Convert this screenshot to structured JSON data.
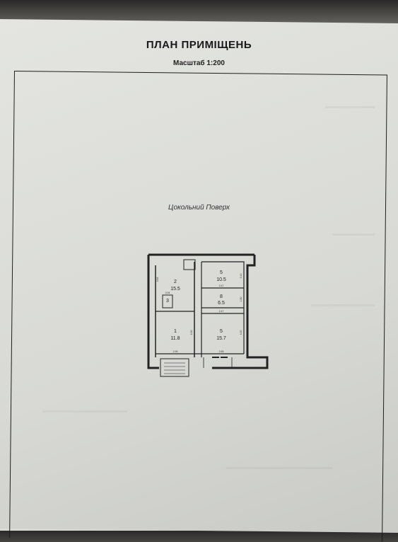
{
  "title": "ПЛАН ПРИМІЩЕНЬ",
  "scale": "Масштаб 1:200",
  "floor_label": "Цокольний Поверх",
  "rooms": [
    {
      "id": "room-2",
      "number": "2",
      "area": "15.5"
    },
    {
      "id": "room-5-top",
      "number": "5",
      "area": "10.5"
    },
    {
      "id": "room-8",
      "number": "8",
      "area": "6.5"
    },
    {
      "id": "room-3",
      "number": "3",
      "area": ""
    },
    {
      "id": "room-1",
      "number": "1",
      "area": "11.8"
    },
    {
      "id": "room-5-bottom",
      "number": "5",
      "area": "15.7"
    }
  ],
  "dimensions": {
    "d1": "2.95",
    "d2": "2.65",
    "d3": "2.47",
    "d4": "2.47",
    "d5": "3.84",
    "d6": "4.00",
    "d7": "4.00",
    "d8": "3.10",
    "d9": "1.80",
    "d10": "0.94"
  }
}
